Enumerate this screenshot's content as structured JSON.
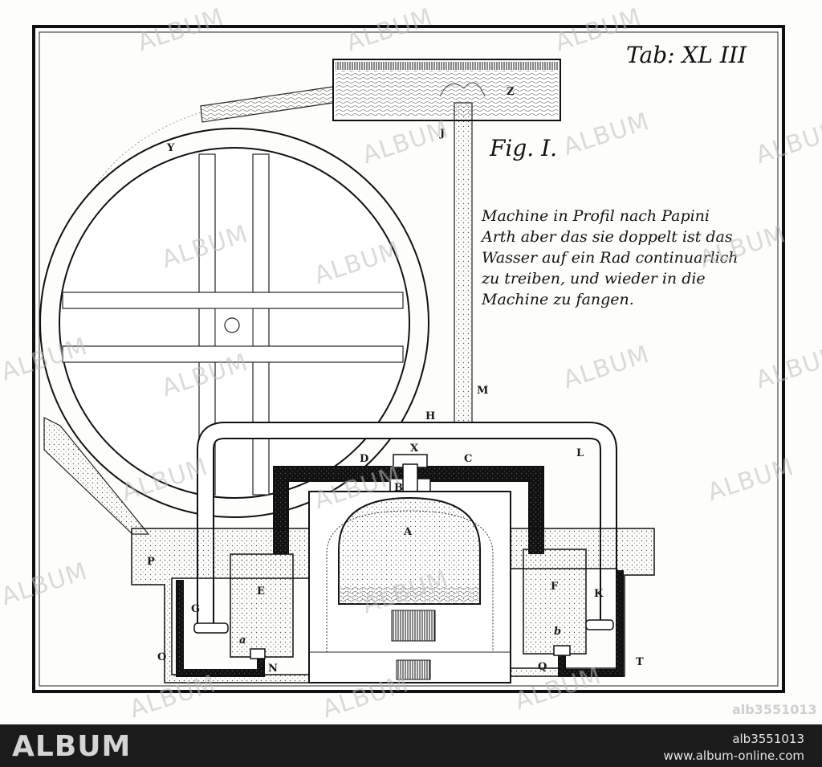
{
  "plate": {
    "tab_title": "Tab: XL III",
    "fig_title": "Fig. I.",
    "caption_lines": [
      "Machine in Profil nach Papini",
      "Arth aber das sie doppelt ist das",
      "Wasser auf ein Rad continuarlich",
      "zu treiben, und wieder in die",
      "Machine zu fangen."
    ],
    "labels": {
      "Z": "Z",
      "J": "J",
      "Y": "Y",
      "M": "M",
      "H": "H",
      "D": "D",
      "X": "X",
      "C": "C",
      "L": "L",
      "B": "B",
      "A": "A",
      "P": "P",
      "E": "E",
      "F": "F",
      "K": "K",
      "G": "G",
      "a": "a",
      "b": "b",
      "O": "O",
      "N": "N",
      "Q": "Q",
      "T": "T"
    }
  },
  "watermark": {
    "text": "ALBUM"
  },
  "stock_id": "alb3551013",
  "footer": {
    "brand": "ALBUM",
    "id": "alb3551013",
    "url": "www.album-online.com"
  }
}
